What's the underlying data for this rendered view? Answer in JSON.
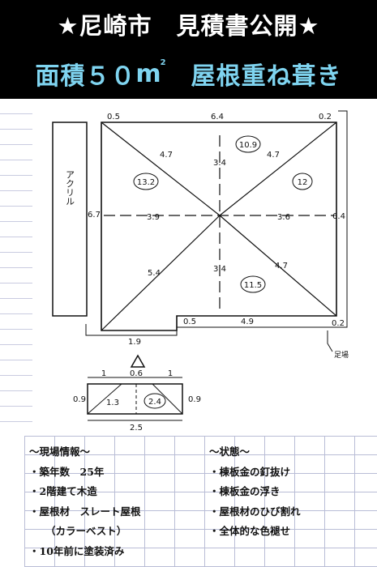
{
  "banner": {
    "title_line": "★尼崎市　見積書公開★",
    "subtitle_area_prefix": "面積５０",
    "subtitle_area_unit": "m",
    "subtitle_area_sup": "2",
    "subtitle_rest": "屋根重ね葺き"
  },
  "plan": {
    "side_label": "アクリル",
    "scaffold_label": "足場",
    "dimensions": {
      "top_left": "0.5",
      "top_mid": "6.4",
      "top_right": "0.2",
      "left_side": "6.7",
      "right_side": "6.4",
      "upper_left_diag": "4.7",
      "upper_right_diag": "4.7",
      "upper_vertical": "3.4",
      "left_horizontal": "3.9",
      "right_horizontal": "3.6",
      "lower_left_diag": "5.4",
      "lower_vertical": "3.4",
      "lower_right_diag": "4.7",
      "notch_width": "0.5",
      "bottom_right": "4.9",
      "bottom_right_end": "0.2",
      "bottom_left": "1.9"
    },
    "areas": {
      "top": "10.9",
      "left": "13.2",
      "right": "12",
      "bottom": "11.5"
    },
    "small_roof": {
      "top_left": "1",
      "top_mid": "0.6",
      "top_right": "1",
      "left_side": "0.9",
      "right_side": "0.9",
      "inner_left": "1.3",
      "area": "2.4",
      "bottom": "2.5"
    }
  },
  "site_info": {
    "heading": "～現場情報～",
    "items": [
      "・築年数　25年",
      "・2階建て木造",
      "・屋根材　スレート屋根",
      "（カラーベスト）",
      "・10年前に塗装済み"
    ]
  },
  "condition": {
    "heading": "～状態～",
    "items": [
      "・棟板金の釘抜け",
      "・棟板金の浮き",
      "・屋根材のひび割れ",
      "・全体的な色褪せ"
    ]
  }
}
